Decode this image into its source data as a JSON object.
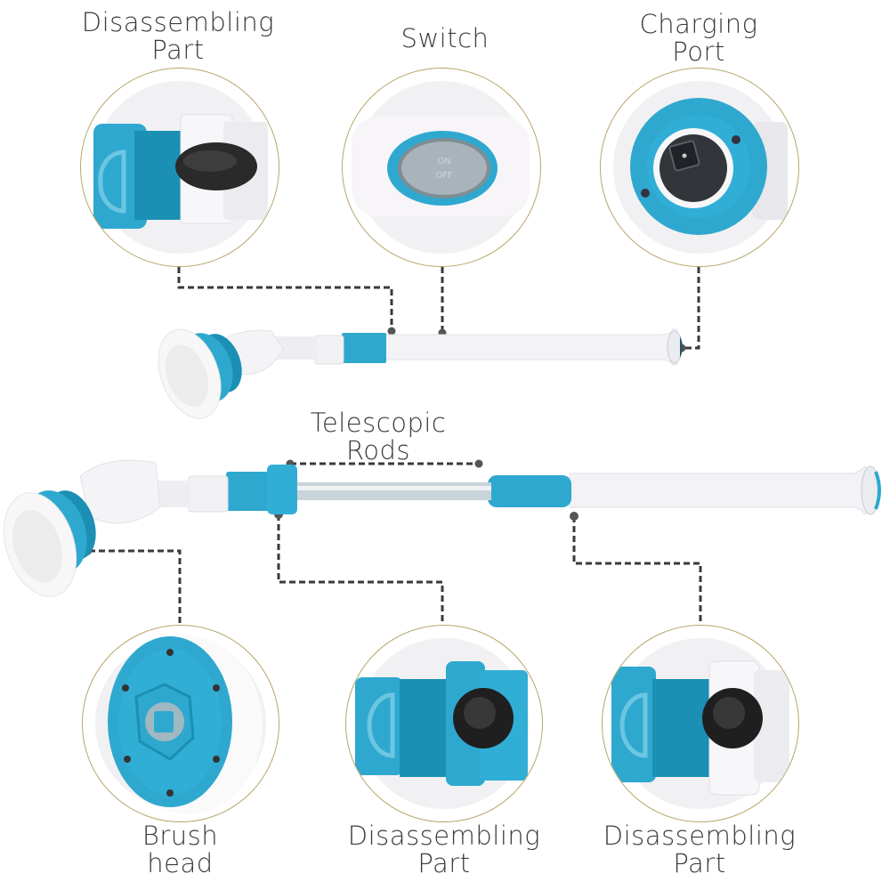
{
  "diagram": {
    "subject": "Electric spin scrubber parts diagram",
    "colors": {
      "accent": "#2fa8cf",
      "accent_dark": "#1b8fb4",
      "body": "#f3f3f5",
      "ring": "#b8a66a",
      "text": "#3b3b3b",
      "leader": "#3a3a3a",
      "knob": "#222222"
    },
    "top_callouts": [
      {
        "id": "disassembling-part-top",
        "line1": "Disassembling",
        "line2": "Part"
      },
      {
        "id": "switch",
        "line1": "Switch",
        "line2": ""
      },
      {
        "id": "charging-port",
        "line1": "Charging",
        "line2": "Port"
      }
    ],
    "middle_label": {
      "line1": "Telescopic",
      "line2": "Rods"
    },
    "bottom_callouts": [
      {
        "id": "brush-head",
        "line1": "Brush",
        "line2": "head"
      },
      {
        "id": "disassembling-part-bottom-1",
        "line1": "Disassembling",
        "line2": "Part"
      },
      {
        "id": "disassembling-part-bottom-2",
        "line1": "Disassembling",
        "line2": "Part"
      }
    ],
    "switch_text": {
      "top": "ON",
      "bottom": "OFF"
    }
  }
}
